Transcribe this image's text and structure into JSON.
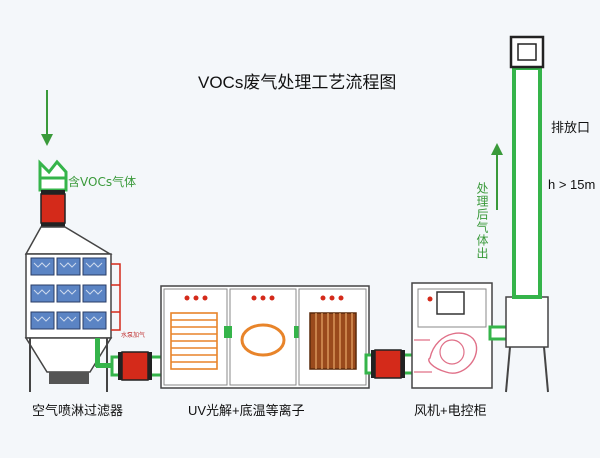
{
  "title": "VOCs废气处理工艺流程图",
  "labels": {
    "inlet": "含VOCs气体",
    "outlet": "排放口",
    "height": "h > 15m",
    "treated": "处理后气体出",
    "stage1": "空气喷淋过滤器",
    "stage2": "UV光解+底温等离子",
    "stage3": "风机+电控柜",
    "drain": "水泵加气"
  },
  "colors": {
    "duct_green": "#35b44a",
    "fan_red": "#d42a1a",
    "box_blue": "#5b84c4",
    "arrow_green": "#3a9a3a",
    "heater_orange": "#e8842a"
  }
}
